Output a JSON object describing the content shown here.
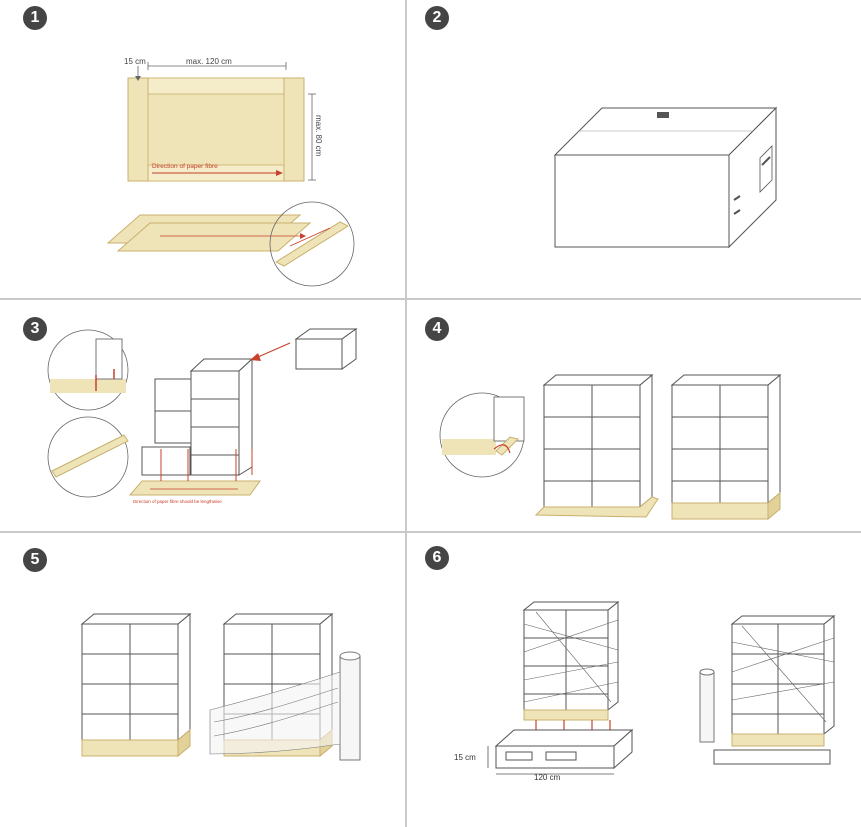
{
  "steps": [
    "1",
    "2",
    "3",
    "4",
    "5",
    "6"
  ],
  "step1": {
    "flap_label": "15 cm",
    "width_label": "max. 120 cm",
    "height_label": "max. 80 cm",
    "fibre_label": "Direction of paper fibre"
  },
  "step3": {
    "fibre_label": "Direction of paper fibre should be lengthwise"
  },
  "step6": {
    "height_label": "15 cm",
    "width_label": "120 cm"
  },
  "colors": {
    "kraft": "#efe3b8",
    "kraft_edge": "#c9b06c",
    "line": "#555555",
    "accent": "#c8412c"
  }
}
